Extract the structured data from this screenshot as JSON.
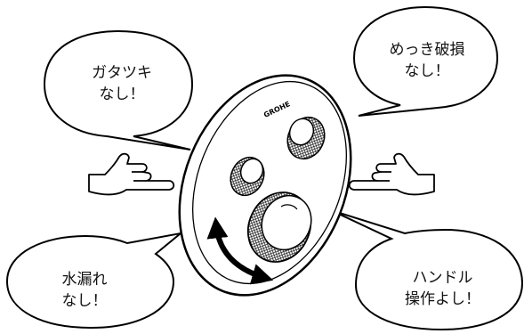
{
  "bubbles": {
    "top_left": {
      "line1": "ガタツキ",
      "line2": "なし！"
    },
    "top_right": {
      "line1": "めっき破損",
      "line2": "なし！"
    },
    "bottom_left": {
      "line1": "水漏れ",
      "line2": "なし！"
    },
    "bottom_right": {
      "line1": "ハンドル",
      "line2": "操作よし！"
    }
  },
  "brand": "GROHE",
  "icons": [
    "pointing-hand-icon",
    "double-arrow-icon",
    "shower-valve-illustration"
  ]
}
